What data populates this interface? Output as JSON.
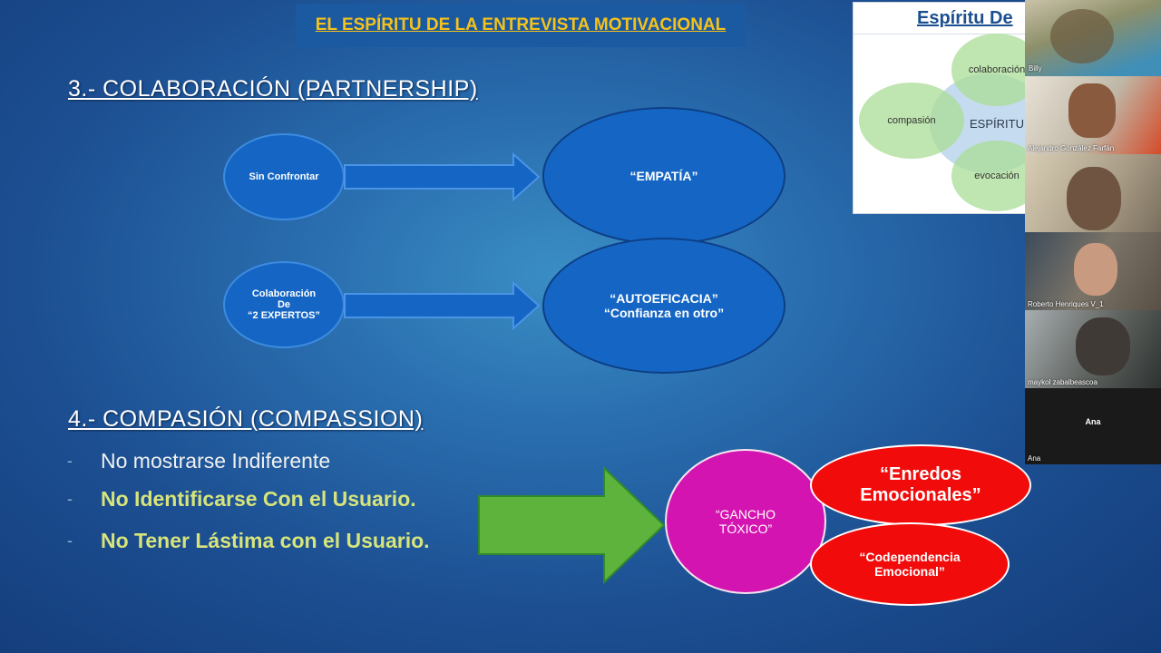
{
  "header": {
    "title": "EL ESPÍRITU DE LA ENTREVISTA MOTIVACIONAL"
  },
  "section3": {
    "heading": "3.- COLABORACIÓN (PARTNERSHIP)",
    "row1": {
      "left": "Sin Confrontar",
      "right": "“EMPATÍA”"
    },
    "row2": {
      "left_lines": [
        "Colaboración",
        "De",
        "“2 EXPERTOS”"
      ],
      "right_lines": [
        "“AUTOEFICACIA”",
        "“Confianza en otro”"
      ]
    }
  },
  "section4": {
    "heading": "4.- COMPASIÓN (COMPASSION)",
    "bullets": [
      {
        "marker": "-",
        "text": "No mostrarse Indiferente"
      },
      {
        "marker": "-",
        "text": "No Identificarse Con el Usuario."
      },
      {
        "marker": "-",
        "text": "No Tener Lástima con el Usuario."
      }
    ],
    "gancho_lines": [
      "“GANCHO",
      "TÓXICO”"
    ],
    "enredos_lines": [
      "“Enredos",
      "Emocionales”"
    ],
    "codependencia_lines": [
      "“Codependencia",
      "Emocional”"
    ]
  },
  "thumbnail": {
    "title": "Espíritu De",
    "circles": [
      "colaboración",
      "compasión",
      "ESPÍRITU",
      "evocación"
    ]
  },
  "participants": [
    {
      "name": "Billy"
    },
    {
      "name": "Alejandro González Farfán"
    },
    {
      "name": ""
    },
    {
      "name": "Roberto Henriques V_1"
    },
    {
      "name": "maykol zabalbeascoa"
    },
    {
      "name": "Ana",
      "center_label": "Ana"
    }
  ],
  "colors": {
    "background": "#1c4f92",
    "banner_text": "#f6c21a",
    "oval_blue": "#1566c4",
    "bullet_yellow": "#d7e47a",
    "arrow_green": "#5db33c",
    "gancho_pink": "#d414b0",
    "red_oval": "#f20b0b"
  }
}
